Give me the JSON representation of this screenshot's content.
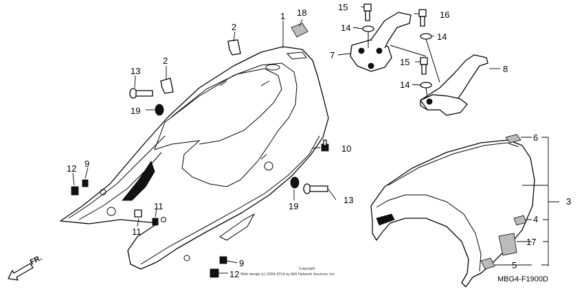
{
  "diagram": {
    "code": "MBG4-F1900D",
    "copyright_line1": "Copyright",
    "copyright_line2": "Web design (c) 2004-2014 by ARI Network Services, Inc.",
    "direction_label": "FR.",
    "callouts": {
      "c1": "1",
      "c2a": "2",
      "c2b": "2",
      "c3": "3",
      "c4": "4",
      "c5": "5",
      "c6": "6",
      "c7": "7",
      "c8": "8",
      "c9a": "9",
      "c9b": "9",
      "c10": "10",
      "c11a": "11",
      "c11b": "11",
      "c12a": "12",
      "c12b": "12",
      "c13a": "13",
      "c13b": "13",
      "c14a": "14",
      "c14b": "14",
      "c14c": "14",
      "c15a": "15",
      "c15b": "15",
      "c16": "16",
      "c17": "17",
      "c18": "18",
      "c19a": "19",
      "c19b": "19"
    }
  }
}
